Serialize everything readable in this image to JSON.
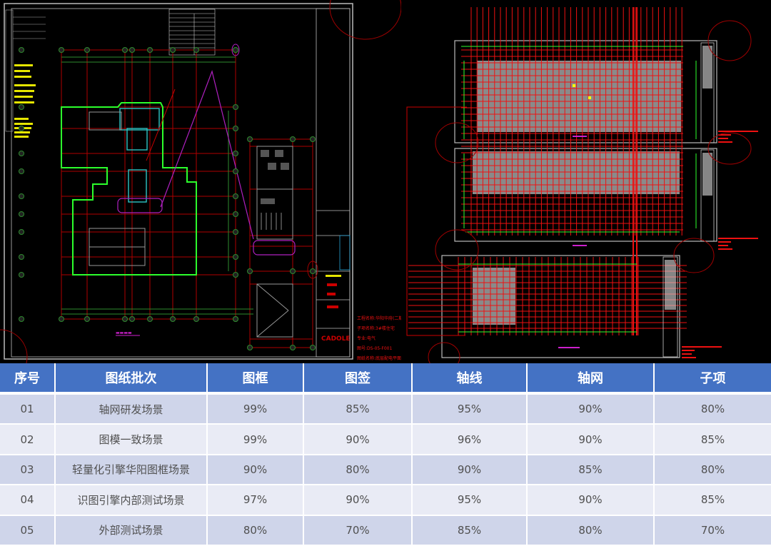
{
  "drawings": {
    "left": {
      "description": "CAD floor plan drawing with axis grid",
      "title_block_lines": [
        "工程名称:华阳华府(二期)",
        "子项名称:3#楼住宅",
        "专业:电气",
        "图号:DS-05-F001",
        "图纸名称:底层配电平面图"
      ],
      "logo_text": "CADOLE"
    },
    "right": {
      "description": "CAD large-site plan drawing with dense red axis grid"
    }
  },
  "table": {
    "columns": [
      "序号",
      "图纸批次",
      "图框",
      "图签",
      "轴线",
      "轴网",
      "子项"
    ],
    "rows": [
      {
        "no": "01",
        "batch": "轴网研发场景",
        "frame": "99%",
        "signature": "85%",
        "axis_line": "95%",
        "axis_grid": "90%",
        "sub_item": "80%"
      },
      {
        "no": "02",
        "batch": "图模一致场景",
        "frame": "99%",
        "signature": "90%",
        "axis_line": "96%",
        "axis_grid": "90%",
        "sub_item": "85%"
      },
      {
        "no": "03",
        "batch": "轻量化引擎华阳图框场景",
        "frame": "90%",
        "signature": "80%",
        "axis_line": "90%",
        "axis_grid": "85%",
        "sub_item": "80%"
      },
      {
        "no": "04",
        "batch": "识图引擎内部测试场景",
        "frame": "97%",
        "signature": "90%",
        "axis_line": "95%",
        "axis_grid": "90%",
        "sub_item": "85%"
      },
      {
        "no": "05",
        "batch": "外部测试场景",
        "frame": "80%",
        "signature": "70%",
        "axis_line": "85%",
        "axis_grid": "80%",
        "sub_item": "70%"
      }
    ]
  },
  "colors": {
    "header_bg": "#4472c4",
    "row_odd_bg": "#cfd5ea",
    "row_even_bg": "#e9ebf5",
    "cad_background": "#000000",
    "cad_axis_red": "#cc0000",
    "cad_wall_green": "#00ff00"
  }
}
